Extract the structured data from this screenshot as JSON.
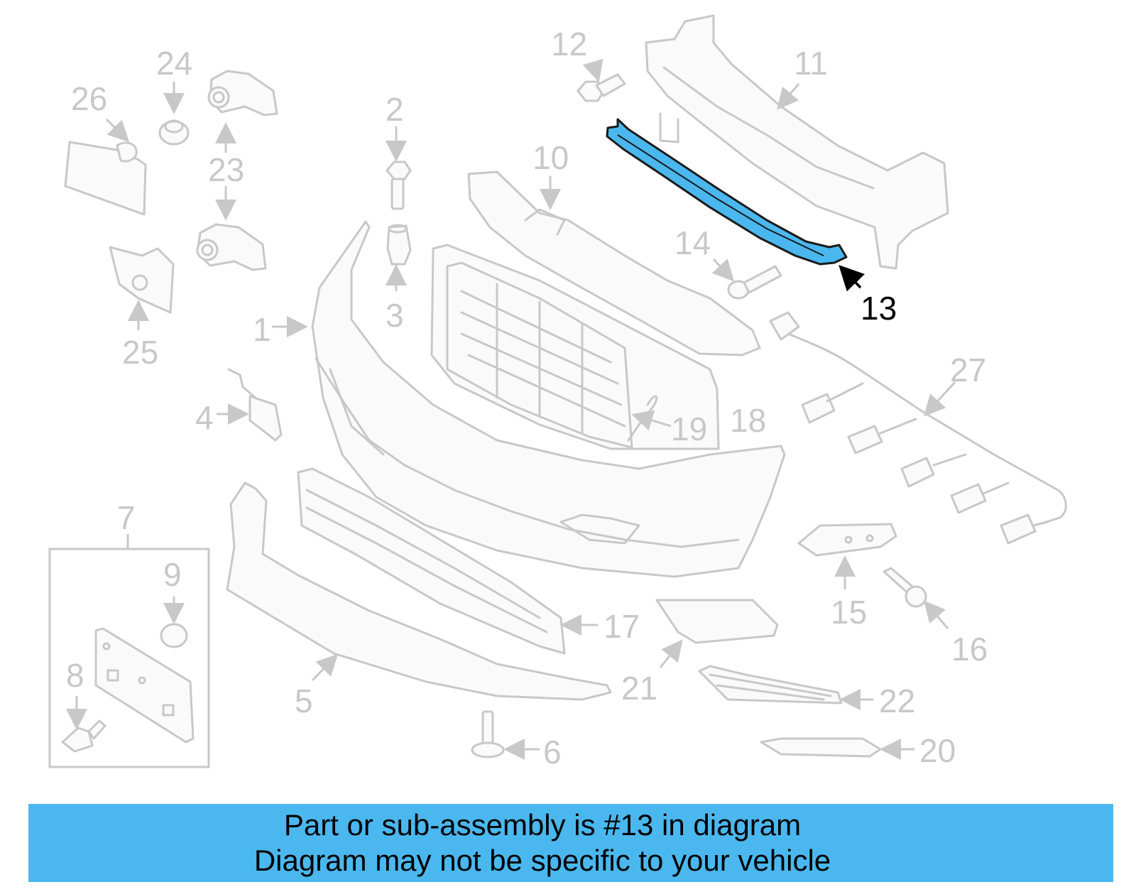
{
  "callouts": {
    "c1": "1",
    "c2": "2",
    "c3": "3",
    "c4": "4",
    "c5": "5",
    "c6": "6",
    "c7": "7",
    "c8": "8",
    "c9": "9",
    "c10": "10",
    "c11": "11",
    "c12": "12",
    "c13": "13",
    "c14": "14",
    "c15": "15",
    "c16": "16",
    "c17": "17",
    "c18": "18",
    "c19": "19",
    "c20": "20",
    "c21": "21",
    "c22": "22",
    "c23": "23",
    "c24": "24",
    "c25": "25",
    "c26": "26",
    "c27": "27"
  },
  "highlight": {
    "part": "13",
    "color": "#4ab8ef"
  },
  "banner": {
    "line1": "Part or sub-assembly is #13 in diagram",
    "line2": "Diagram may not be specific to your vehicle",
    "color": "#4ab8ef"
  }
}
